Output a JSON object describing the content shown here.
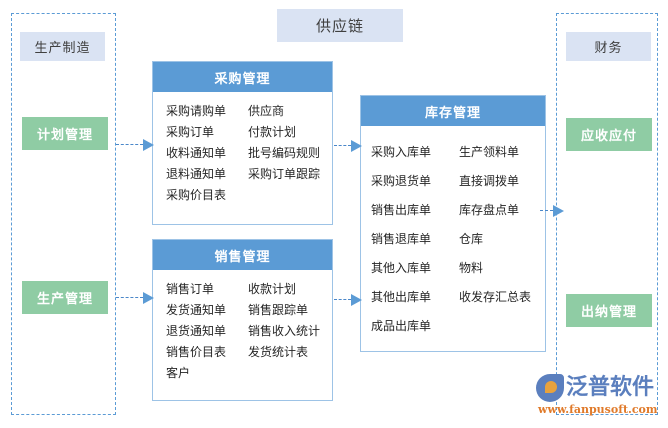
{
  "diagram": {
    "title": "供应链",
    "groups": {
      "left": {
        "label": "生产制造"
      },
      "right": {
        "label": "财务"
      }
    },
    "chips": {
      "plan": "计划管理",
      "production": "生产管理",
      "receivable_payable": "应收应付",
      "cashier": "出纳管理"
    },
    "cards": [
      {
        "id": "purchase",
        "title": "采购管理",
        "col1": [
          "采购请购单",
          "采购订单",
          "收料通知单",
          "退料通知单",
          "采购价目表"
        ],
        "col2": [
          "供应商",
          "付款计划",
          "批号编码规则",
          "采购订单跟踪"
        ]
      },
      {
        "id": "sales",
        "title": "销售管理",
        "col1": [
          "销售订单",
          "发货通知单",
          "退货通知单",
          "销售价目表",
          "客户"
        ],
        "col2": [
          "收款计划",
          "销售跟踪单",
          "销售收入统计",
          "发货统计表"
        ]
      },
      {
        "id": "inventory",
        "title": "库存管理",
        "col1": [
          "采购入库单",
          "采购退货单",
          "销售出库单",
          "销售退库单",
          "其他入库单",
          "其他出库单",
          "成品出库单"
        ],
        "col2": [
          "生产领料单",
          "直接调拨单",
          "库存盘点单",
          "仓库",
          "物料",
          "收发存汇总表"
        ]
      }
    ],
    "arrows": [
      {
        "id": "plan-to-purchase",
        "from": "计划管理",
        "to": "采购管理"
      },
      {
        "id": "production-to-sales",
        "from": "生产管理",
        "to": "销售管理"
      },
      {
        "id": "purchase-to-inventory",
        "from": "采购管理",
        "to": "库存管理"
      },
      {
        "id": "sales-to-inventory",
        "from": "销售管理",
        "to": "库存管理"
      },
      {
        "id": "inventory-to-finance",
        "from": "库存管理",
        "to": "财务"
      }
    ],
    "logo": {
      "word": "泛普软件",
      "url": "www.fanpusoft.com"
    },
    "colors": {
      "header_blue": "#5b9bd5",
      "chip_blue": "#dae3f3",
      "chip_green": "#8fcca4",
      "card_border": "#9dc3e6",
      "logo_blue": "#5b7fbe",
      "logo_orange": "#e07a2a"
    }
  }
}
